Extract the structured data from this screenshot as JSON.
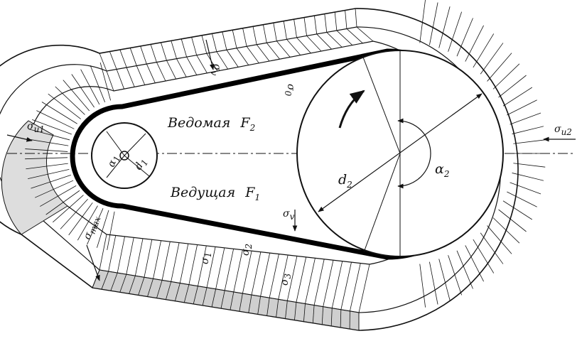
{
  "labels": {
    "slack_side": "Ведомая",
    "slack_force": "F",
    "slack_force_sub": "2",
    "tight_side": "Ведущая",
    "tight_force": "F",
    "tight_force_sub": "1",
    "d1": "d",
    "d1_sub": "1",
    "alpha1": "α",
    "alpha1_sub": "1",
    "d2": "d",
    "d2_sub": "2",
    "alpha2": "α",
    "alpha2_sub": "2",
    "sigma_v_top": "σ",
    "sigma_v_top_sub": "v",
    "sigma_0_top": "σ",
    "sigma_0_top_sub": "0",
    "sigma_v_bot": "σ",
    "sigma_v_bot_sub": "v",
    "sigma_u1": "σ",
    "sigma_u1_sub": "u1",
    "sigma_u2": "σ",
    "sigma_u2_sub": "u2",
    "sigma_max": "σ",
    "sigma_max_sub": "max",
    "sigma_1": "σ",
    "sigma_1_sub": "1",
    "sigma_2": "σ",
    "sigma_2_sub": "2",
    "sigma_3": "σ",
    "sigma_3_sub": "3"
  }
}
